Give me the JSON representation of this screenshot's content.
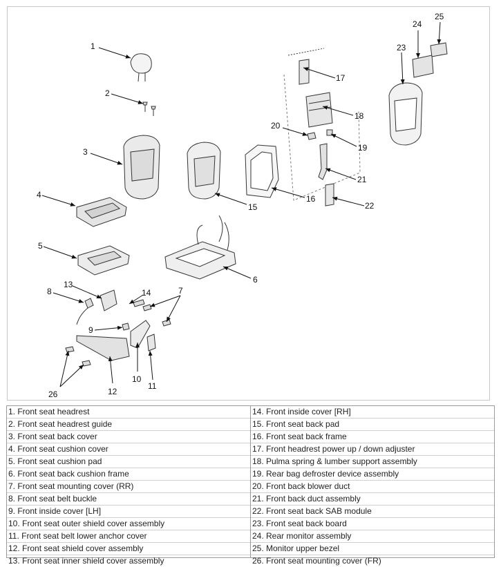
{
  "callouts": {
    "c1": "1",
    "c2": "2",
    "c3": "3",
    "c4": "4",
    "c5": "5",
    "c6": "6",
    "c7": "7",
    "c8": "8",
    "c9": "9",
    "c10": "10",
    "c11": "11",
    "c12": "12",
    "c13": "13",
    "c14": "14",
    "c15": "15",
    "c16": "16",
    "c17": "17",
    "c18": "18",
    "c19": "19",
    "c20": "20",
    "c21": "21",
    "c22": "22",
    "c23": "23",
    "c24": "24",
    "c25": "25",
    "c26": "26"
  },
  "legend": {
    "left": [
      "1. Front seat headrest",
      "2. Front seat headrest guide",
      "3. Front seat back cover",
      "4. Front seat cushion cover",
      "5. Front seat cushion pad",
      "6. Front seat back cushion frame",
      "7. Front seat mounting cover (RR)",
      "8. Front seat belt buckle",
      "9. Front inside cover [LH]",
      "10. Front seat outer shield cover assembly",
      "11. Front seat belt lower anchor cover",
      "12. Front seat shield cover assembly",
      "13. Front seat inner shield cover assembly"
    ],
    "right": [
      "14. Front inside cover [RH]",
      "15. Front seat back pad",
      "16. Front seat back frame",
      "17. Front headrest power up / down adjuster",
      "18. Pulma spring & lumber support assembly",
      "19. Rear bag defroster device assembly",
      "20. Front back blower duct",
      "21. Front back duct assembly",
      "22. Front seat back SAB module",
      "23. Front seat back board",
      "24. Rear monitor assembly",
      "25. Monitor upper bezel",
      "26. Front seat mounting cover (FR)"
    ]
  }
}
